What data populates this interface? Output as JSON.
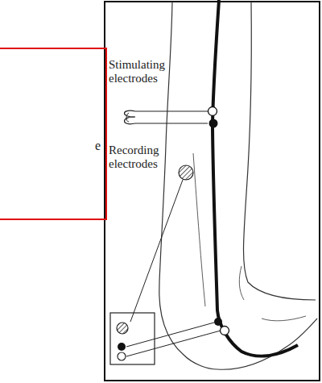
{
  "diagram": {
    "labels": [
      "Stimulating electrodes",
      "Recording electrodes",
      "e"
    ]
  }
}
